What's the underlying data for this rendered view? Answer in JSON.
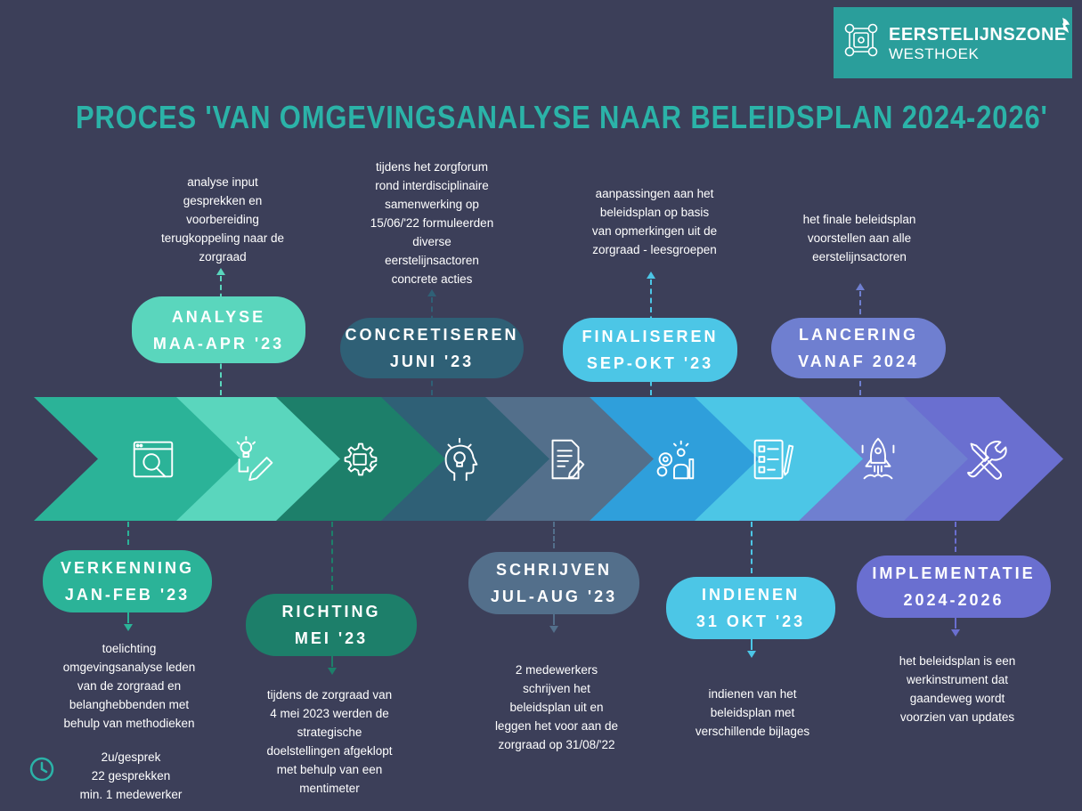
{
  "logo": {
    "line1": "EERSTELIJNSZONE",
    "line2": "WESTHOEK"
  },
  "title": "PROCES 'VAN OMGEVINGSANALYSE NAAR BELEIDSPLAN 2024-2026'",
  "colors": {
    "background": "#3c3f59",
    "title": "#2bb3a8",
    "logo_bg": "#2a9e9b",
    "phases": [
      "#2bb398",
      "#5ad6bd",
      "#1d7f6a",
      "#2f6076",
      "#536f8b",
      "#2f9fdb",
      "#4cc6e6",
      "#6f7fd0",
      "#6a6fd0"
    ]
  },
  "phases": [
    {
      "name": "VERKENNING",
      "period": "JAN-FEB '23",
      "icon": "search-screen-icon",
      "position": "below",
      "description": [
        "toelichting",
        "omgevingsanalyse leden",
        "van de zorgraad en",
        "belanghebbenden met",
        "behulp van methodieken"
      ]
    },
    {
      "name": "ANALYSE",
      "period": "MAA-APR '23",
      "icon": "idea-pencil-icon",
      "position": "above",
      "description": [
        "analyse input",
        "gesprekken en",
        "voorbereiding",
        "terugkoppeling naar de",
        "zorgraad"
      ]
    },
    {
      "name": "RICHTING",
      "period": "MEI '23",
      "icon": "target-gear-icon",
      "position": "below",
      "description": [
        "tijdens de zorgraad van",
        "4 mei 2023 werden de",
        "strategische",
        "doelstellingen afgeklopt",
        "met behulp van een",
        "mentimeter"
      ]
    },
    {
      "name": "CONCRETISEREN",
      "period": "JUNI '23",
      "icon": "head-lightbulb-icon",
      "position": "above",
      "description": [
        "tijdens het zorgforum",
        "rond interdisciplinaire",
        "samenwerking op",
        "15/06/'22 formuleerden",
        "diverse",
        "eerstelijnsactoren",
        "concrete acties"
      ]
    },
    {
      "name": "SCHRIJVEN",
      "period": "JUL-AUG '23",
      "icon": "document-pen-icon",
      "position": "below",
      "description": [
        "2 medewerkers",
        "schrijven het",
        "beleidsplan uit en",
        "leggen het voor aan de",
        "zorgraad op 31/08/'22"
      ]
    },
    {
      "name": "FINALISEREN",
      "period": "SEP-OKT '23",
      "icon": "gears-worker-icon",
      "position": "above",
      "description": [
        "aanpassingen aan het",
        "beleidsplan op basis",
        "van opmerkingen uit de",
        "zorgraad - leesgroepen"
      ]
    },
    {
      "name": "INDIENEN",
      "period": "31 OKT '23",
      "icon": "checklist-icon",
      "position": "below",
      "description": [
        "indienen van het",
        "beleidsplan met",
        "verschillende bijlages"
      ]
    },
    {
      "name": "LANCERING",
      "period": "VANAF 2024",
      "icon": "rocket-icon",
      "position": "above",
      "description": [
        "het finale beleidsplan",
        "voorstellen aan alle",
        "eerstelijnsactoren"
      ]
    },
    {
      "name": "IMPLEMENTATIE",
      "period": "2024-2026",
      "icon": "wrench-screwdriver-icon",
      "position": "below",
      "description": [
        "het beleidsplan is een",
        "werkinstrument dat",
        "gaandeweg wordt",
        "voorzien van updates"
      ]
    }
  ],
  "stats": {
    "icon": "clock-icon",
    "lines": [
      "2u/gesprek",
      "22 gesprekken",
      "min. 1 medewerker"
    ]
  }
}
